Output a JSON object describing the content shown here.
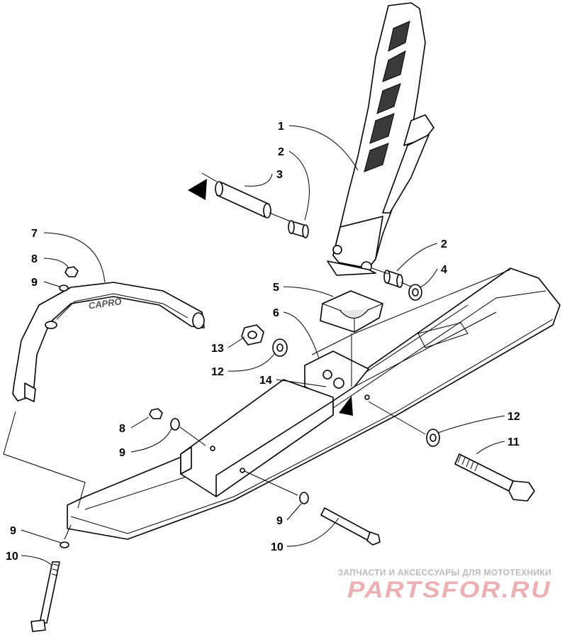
{
  "diagram": {
    "callouts": [
      {
        "id": "c1",
        "label": "1"
      },
      {
        "id": "c2a",
        "label": "2"
      },
      {
        "id": "c3",
        "label": "3"
      },
      {
        "id": "c7",
        "label": "7"
      },
      {
        "id": "c8a",
        "label": "8"
      },
      {
        "id": "c9a",
        "label": "9"
      },
      {
        "id": "c2b",
        "label": "2"
      },
      {
        "id": "c4",
        "label": "4"
      },
      {
        "id": "c5",
        "label": "5"
      },
      {
        "id": "c6",
        "label": "6"
      },
      {
        "id": "c13",
        "label": "13"
      },
      {
        "id": "c12a",
        "label": "12"
      },
      {
        "id": "c14",
        "label": "14"
      },
      {
        "id": "c8b",
        "label": "8"
      },
      {
        "id": "c9b",
        "label": "9"
      },
      {
        "id": "c12b",
        "label": "12"
      },
      {
        "id": "c11",
        "label": "11"
      },
      {
        "id": "c9c",
        "label": "9"
      },
      {
        "id": "c10a",
        "label": "10"
      },
      {
        "id": "c9d",
        "label": "9"
      },
      {
        "id": "c10b",
        "label": "10"
      }
    ],
    "handle_logo": "CAPRO"
  },
  "watermark": {
    "tagline": "ЗАПЧАСТИ И АКСЕССУАРЫ ДЛЯ МОТОТЕХНИКИ",
    "logo": "PARTSFOR.RU",
    "color": "#e9a3a6"
  }
}
